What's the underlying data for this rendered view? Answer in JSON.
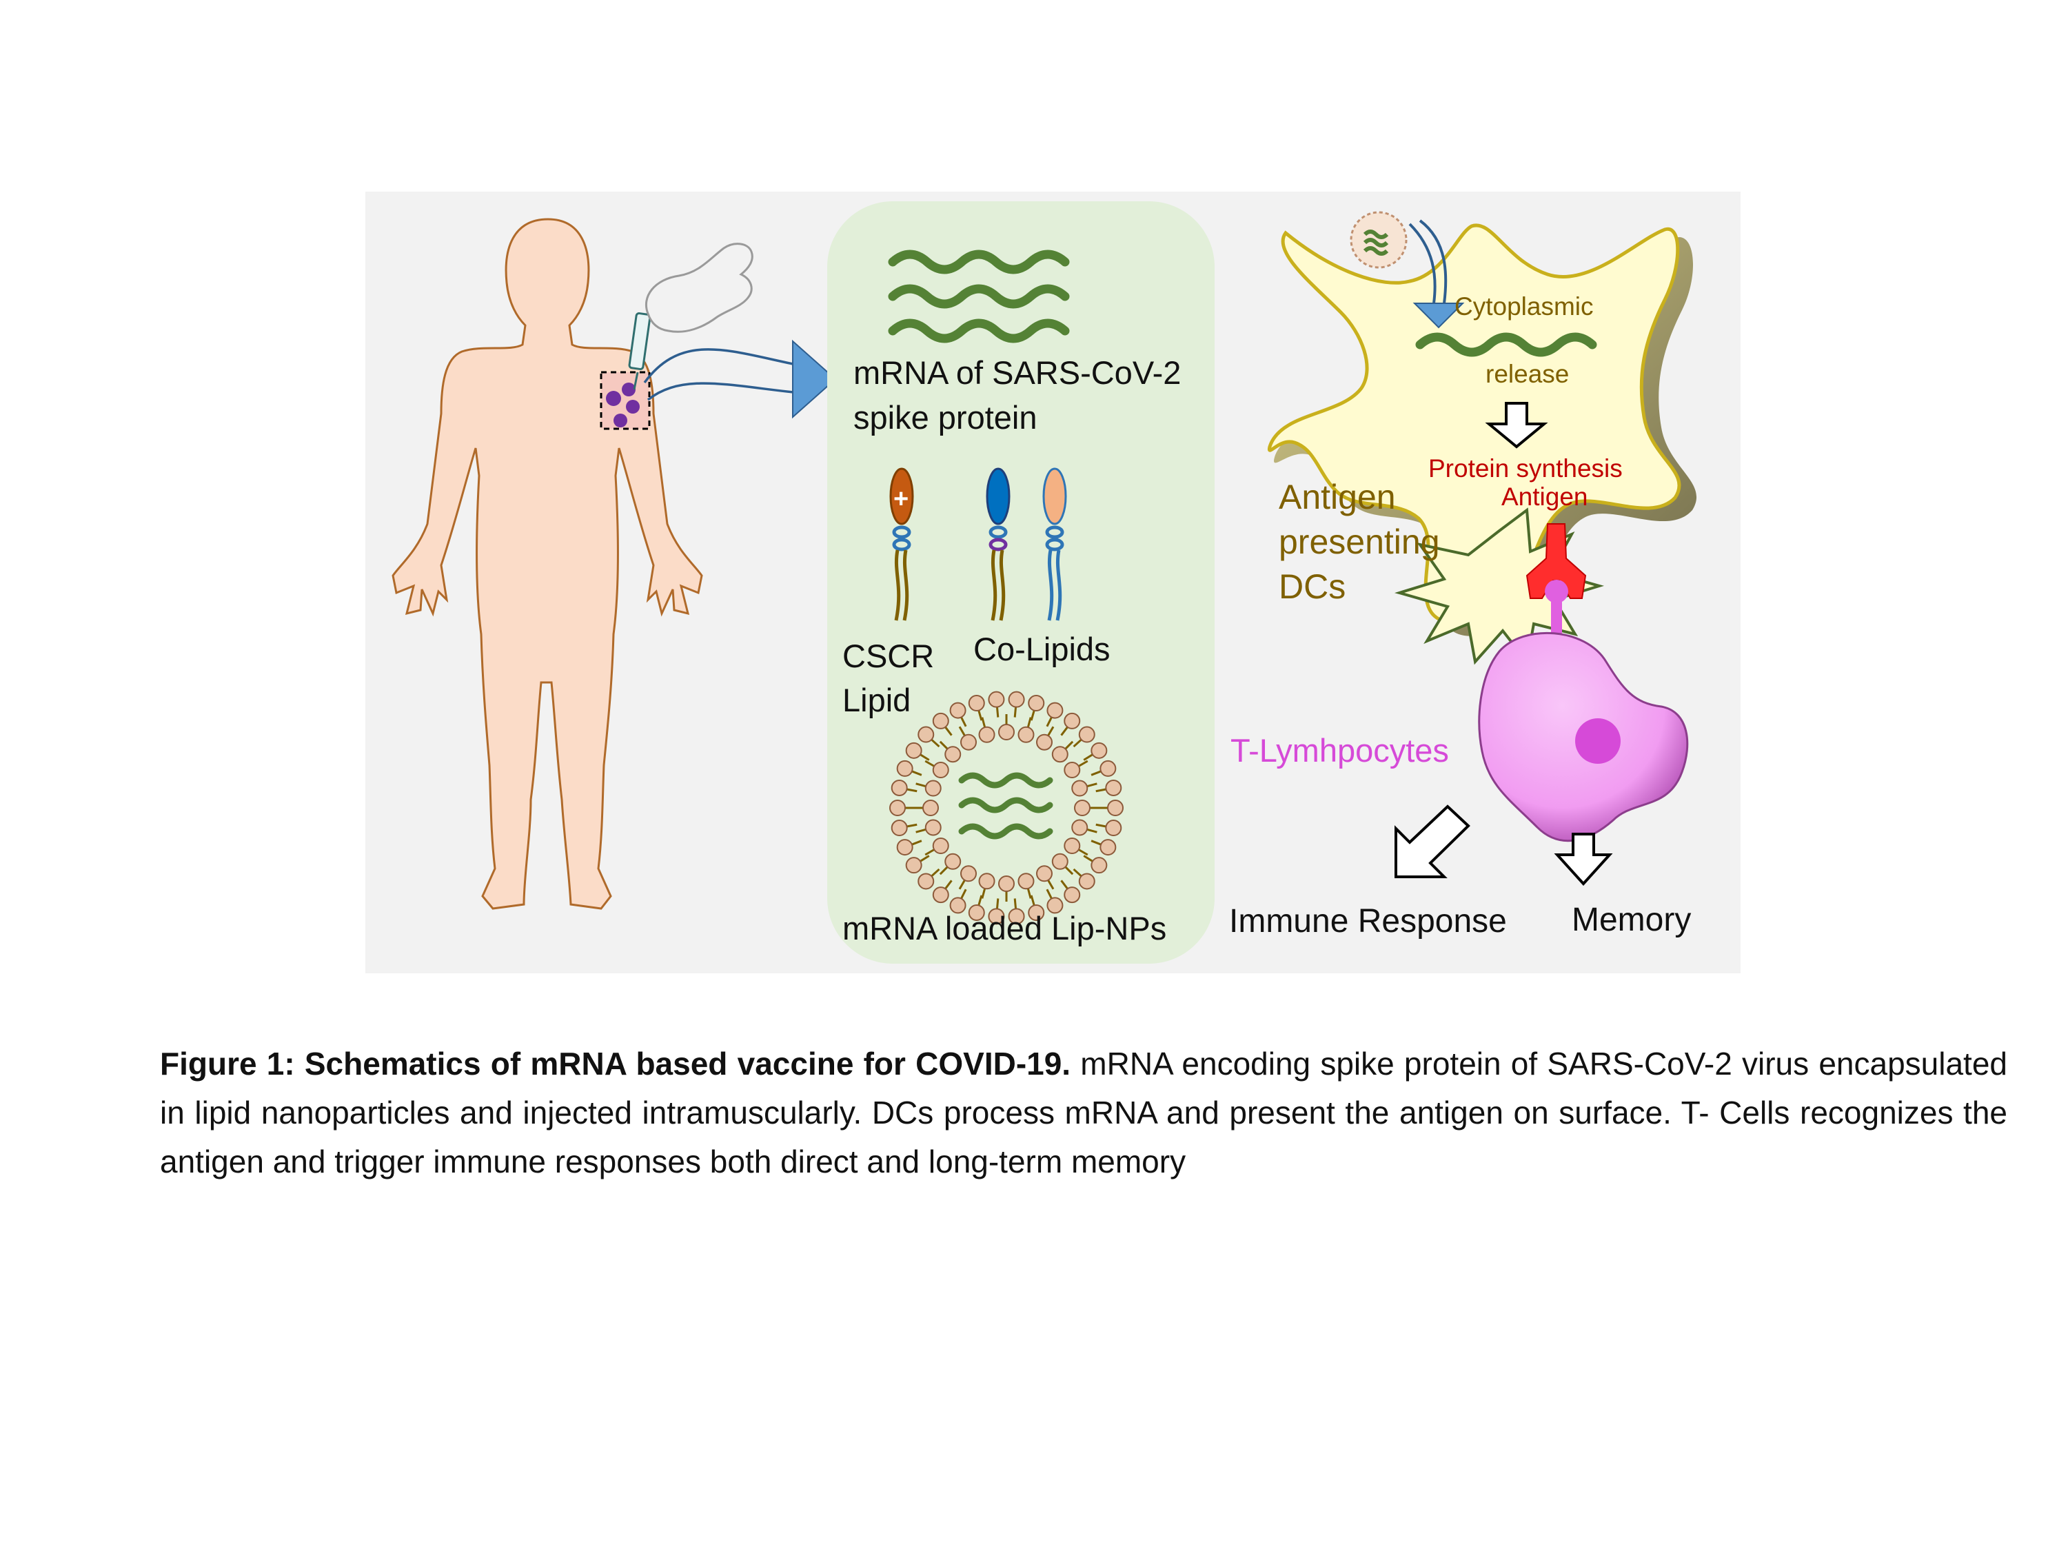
{
  "colors": {
    "panel_bg": "#f2f2f2",
    "middle_panel": "#e2efd9",
    "mrna_strand": "#548235",
    "arrow_blue": "#5b9bd5",
    "body_skin": "#fbdcc8",
    "body_outline": "#b06a2a",
    "injection_dots": "#7030a0",
    "dc_fill": "#fffbd0",
    "dc_outline": "#b8a420",
    "tcell_fill": "#f3a2f3",
    "tcell_nucleus": "#d64ad8",
    "receptor_red": "#ff2d2d",
    "olive_text": "#7f6000",
    "dark_red_text": "#c00000",
    "magenta_text": "#d64ad8"
  },
  "middle_panel": {
    "mrna_label_line1": "mRNA of SARS-CoV-2",
    "mrna_label_line2": "spike protein",
    "cscr_label_line1": "CSCR",
    "cscr_label_line2": "Lipid",
    "plus_sign": "+",
    "colipids_label": "Co-Lipids",
    "lnp_label": "mRNA loaded Lip-NPs"
  },
  "right_panel": {
    "cytoplasmic": "Cytoplasmic",
    "release": "release",
    "protein_synthesis": "Protein synthesis",
    "antigen": "Antigen",
    "apc_line1": "Antigen",
    "apc_line2": "presenting",
    "apc_line3": "DCs",
    "tcell_label": "T-Lymhpocytes",
    "immune_response": "Immune Response",
    "memory": "Memory"
  },
  "caption": {
    "bold": "Figure 1: Schematics of mRNA based vaccine for COVID-19.",
    "text": " mRNA encoding spike protein of SARS-CoV-2 virus encapsulated in lipid nanoparticles and injected intramuscularly. DCs process mRNA and present the antigen on surface. T- Cells recognizes the antigen and trigger immune responses both direct and long-term memory"
  }
}
